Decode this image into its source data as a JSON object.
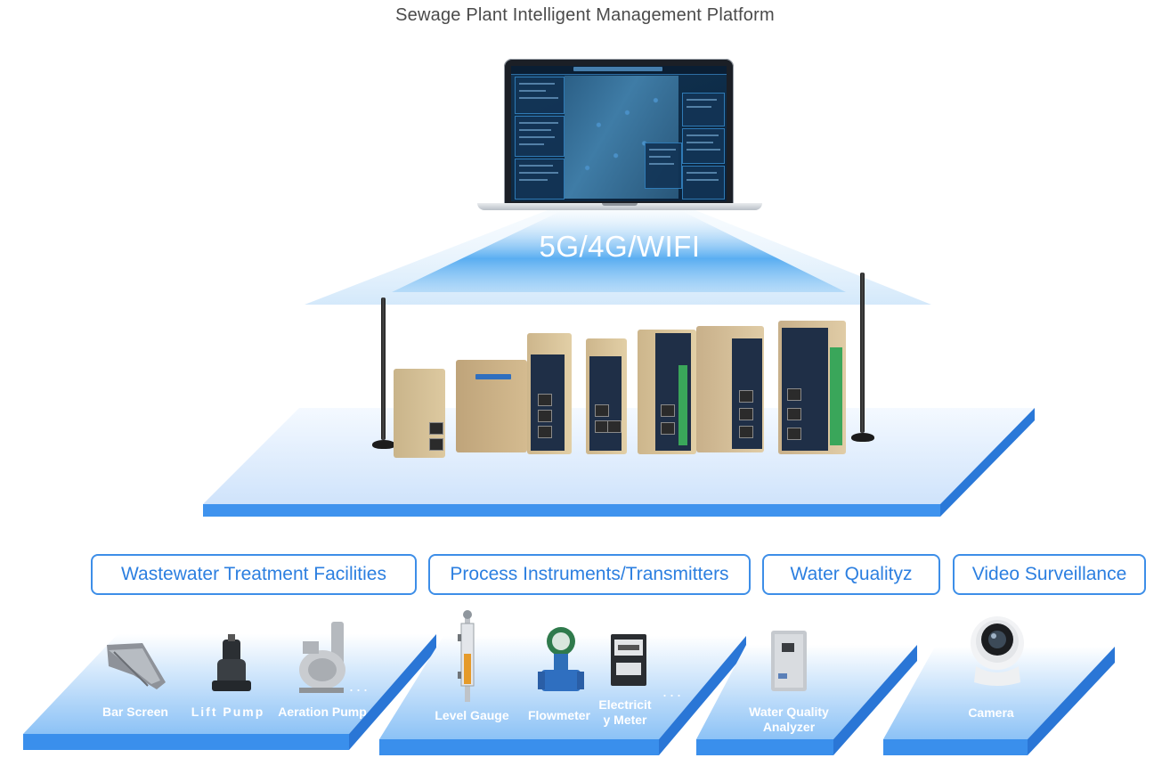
{
  "title": "Sewage Plant Intelligent Management Platform",
  "network_label": "5G/4G/WIFI",
  "categories": [
    {
      "label": "Wastewater Treatment Facilities"
    },
    {
      "label": "Process Instruments/Transmitters"
    },
    {
      "label": "Water Qualityz"
    },
    {
      "label": "Video Surveillance"
    }
  ],
  "devices": {
    "bar_screen": "Bar Screen",
    "lift_pump": "Lift Pump",
    "aeration_pump": "Aeration Pump",
    "level_gauge": "Level Gauge",
    "flowmeter": "Flowmeter",
    "electricity_meter_line1": "Electricit",
    "electricity_meter_line2": "y Meter",
    "water_quality_analyzer_line1": "Water Quality",
    "water_quality_analyzer_line2": "Analyzer",
    "camera": "Camera"
  },
  "ellipsis": "...",
  "colors": {
    "accent": "#2c7fe0",
    "platform_light": "#e9f3fd",
    "platform_dark": "#2f86ee",
    "text_title": "#4a4a4a"
  },
  "icons": [
    "laptop-icon",
    "gateway-device-icon",
    "antenna-icon",
    "bar-screen-icon",
    "lift-pump-icon",
    "aeration-pump-icon",
    "level-gauge-icon",
    "flowmeter-icon",
    "electricity-meter-icon",
    "water-quality-analyzer-icon",
    "camera-icon"
  ]
}
